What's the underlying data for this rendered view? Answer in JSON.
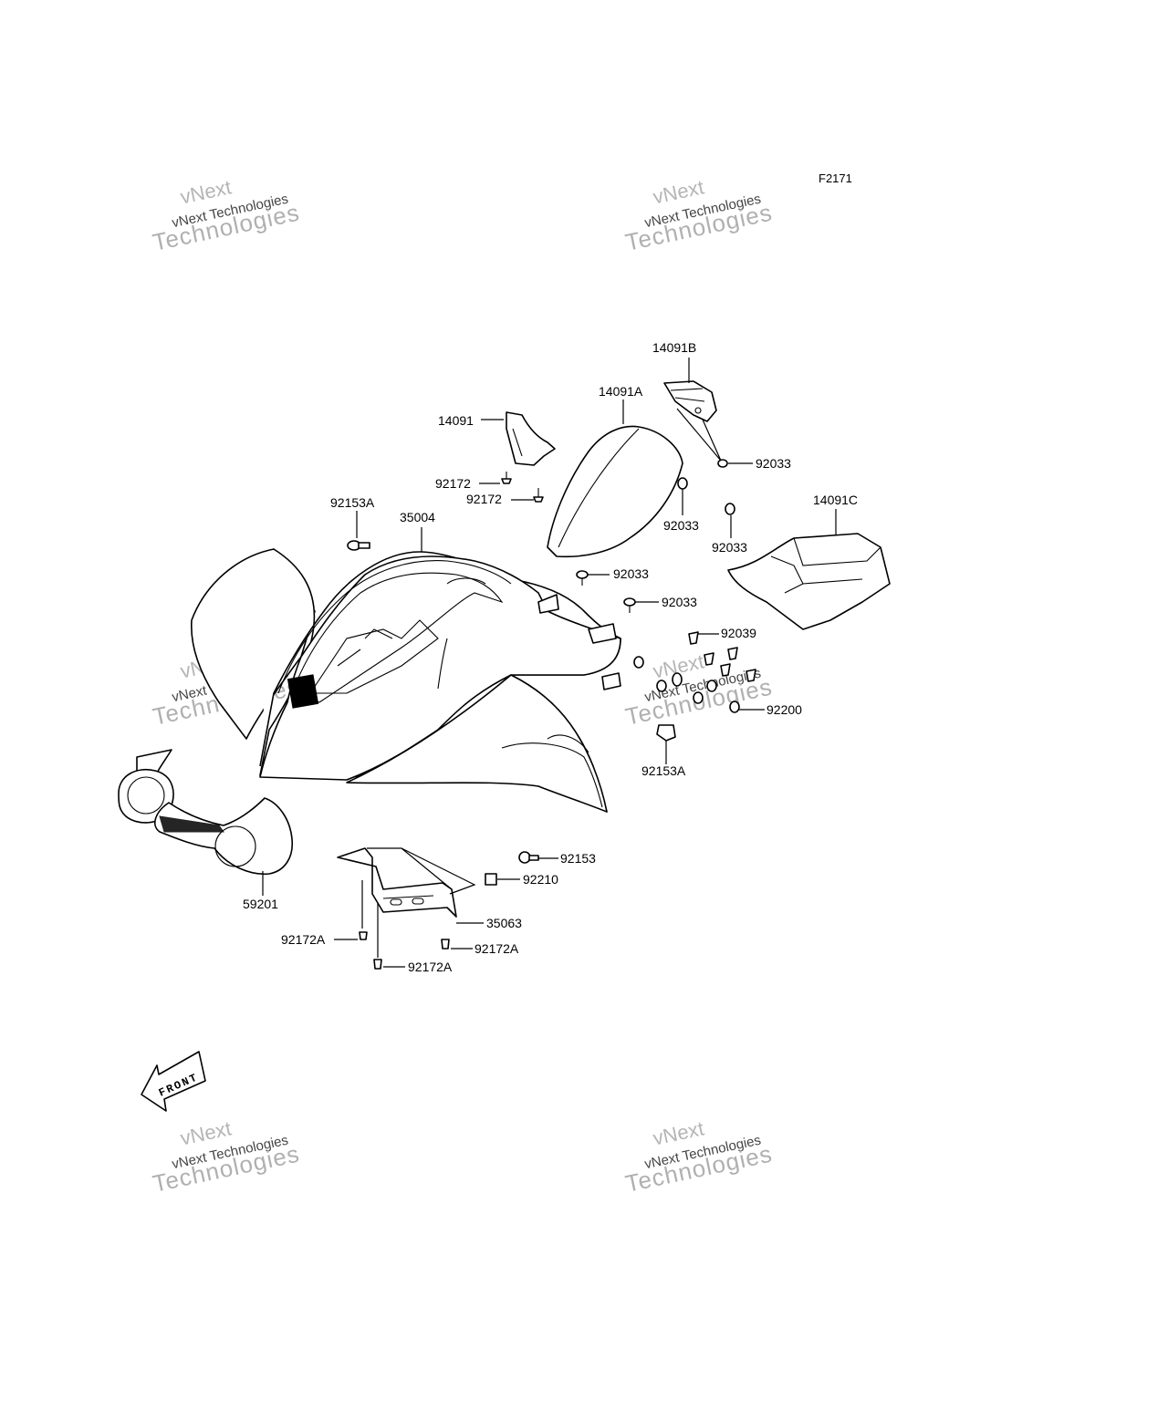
{
  "figure_id": "F2171",
  "watermark": {
    "line1": "vNext",
    "line2": "vNext Technologies",
    "line3": "Technologies"
  },
  "front_label": "FRONT",
  "part_labels": {
    "p14091B": "14091B",
    "p14091A": "14091A",
    "p14091": "14091",
    "p92033_top": "92033",
    "p92172_a": "92172",
    "p92172_b": "92172",
    "p92033_mid": "92033",
    "p92153A_top": "92153A",
    "p35004": "35004",
    "p14091C": "14091C",
    "p92033_r": "92033",
    "p92033_c1": "92033",
    "p92033_c2": "92033",
    "p92039": "92039",
    "p92200": "92200",
    "p92153A_bot": "92153A",
    "p92153": "92153",
    "p92210": "92210",
    "p59201": "59201",
    "p35063": "35063",
    "p92172A_l": "92172A",
    "p92172A_r": "92172A",
    "p92172A_b": "92172A"
  }
}
